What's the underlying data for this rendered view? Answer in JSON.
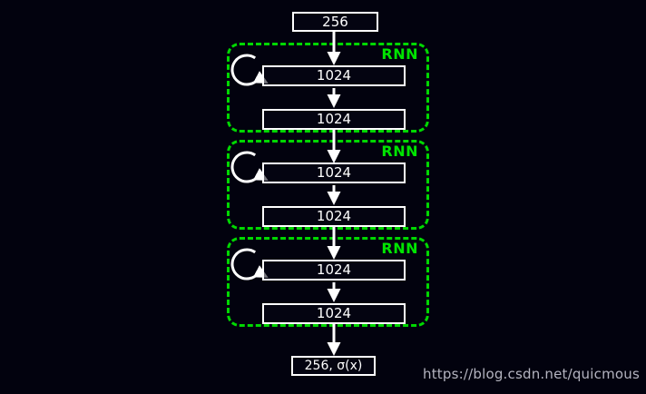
{
  "diagram": {
    "input_label": "256",
    "output_label": "256, σ(x)",
    "blocks": [
      {
        "label": "RNN",
        "layers": [
          "1024",
          "1024"
        ]
      },
      {
        "label": "RNN",
        "layers": [
          "1024",
          "1024"
        ]
      },
      {
        "label": "RNN",
        "layers": [
          "1024",
          "1024"
        ]
      }
    ],
    "icons": {
      "recurrent_loop": "circular-arrow"
    },
    "colors": {
      "background": "#02020e",
      "block_border": "#00d800",
      "block_label": "#00e400",
      "node_border": "#ffffff",
      "arrow": "#ffffff",
      "text": "#ffffff",
      "watermark": "#b4b4bf"
    }
  },
  "watermark": {
    "url_text": "https://blog.csdn.net/quicmous"
  }
}
